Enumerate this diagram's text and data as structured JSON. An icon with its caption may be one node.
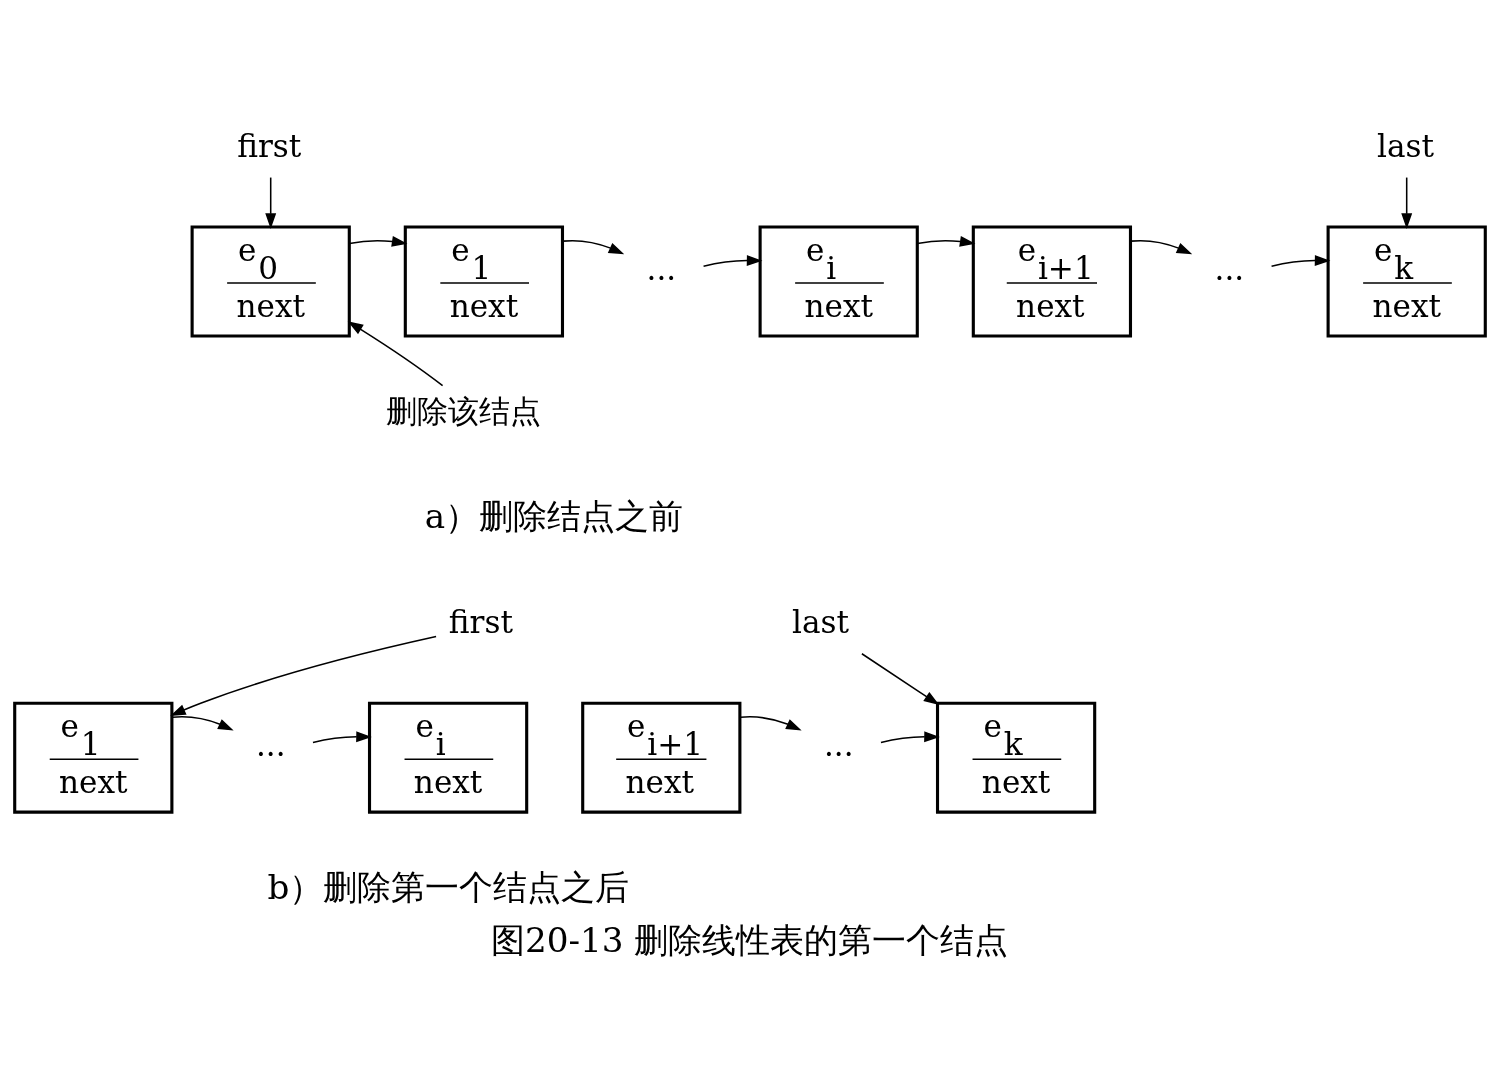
{
  "diagram": {
    "caption": "图20-13 删除线性表的第一个结点",
    "nodes": [
      {
        "text": [
          "first"
        ]
      },
      {
        "text": [
          "e$_{0}$",
          "next"
        ]
      },
      {
        "text": [
          "e$_{1}$",
          "next"
        ]
      },
      {
        "text": [
          "···"
        ]
      },
      {
        "text": [
          "e$_{i}$",
          "next"
        ]
      },
      {
        "text": [
          "e$_{i+1}$",
          "next"
        ]
      },
      {
        "text": [
          "···"
        ]
      },
      {
        "text": [
          "e$_{k}$",
          "next"
        ]
      },
      {
        "text": [
          "last"
        ]
      },
      {
        "text": [
          "删除该结点"
        ]
      },
      {
        "text": [
          "first"
        ]
      },
      {
        "text": [
          "e$_{1}$",
          "next"
        ]
      },
      {
        "text": [
          "···"
        ]
      },
      {
        "text": [
          "e$_{i}$",
          "next"
        ]
      },
      {
        "text": [
          "e$_{i+1}$",
          "next"
        ]
      },
      {
        "text": [
          "···"
        ]
      },
      {
        "text": [
          "e$_{k}$",
          "next"
        ]
      },
      {
        "text": [
          "last"
        ]
      }
    ],
    "edges": [
      {
        "from": 0,
        "to": 1,
        "arrow": "to"
      },
      {
        "from": 1,
        "to": 2,
        "arrow": "to"
      },
      {
        "from": 2,
        "to": 3,
        "arrow": "to"
      },
      {
        "from": 3,
        "to": 4,
        "arrow": "to"
      },
      {
        "from": 4,
        "to": 5,
        "arrow": "to"
      },
      {
        "from": 5,
        "to": 6,
        "arrow": "to"
      },
      {
        "from": 6,
        "to": 7,
        "arrow": "to"
      },
      {
        "from": 8,
        "to": 7,
        "arrow": "to"
      },
      {
        "from": 9,
        "to": 1,
        "arrow": "to"
      },
      {
        "from": 10,
        "to": 11,
        "arrow": "to"
      },
      {
        "from": 11,
        "to": 12,
        "arrow": "to"
      },
      {
        "from": 12,
        "to": 13,
        "arrow": "to"
      },
      {
        "from": 14,
        "to": 15,
        "arrow": "to"
      },
      {
        "from": 15,
        "to": 16,
        "arrow": "to"
      },
      {
        "from": 17,
        "to": 16,
        "arrow": "to"
      }
    ],
    "labels": [
      "a）删除结点之前",
      "b）删除第一个结点之后"
    ]
  }
}
